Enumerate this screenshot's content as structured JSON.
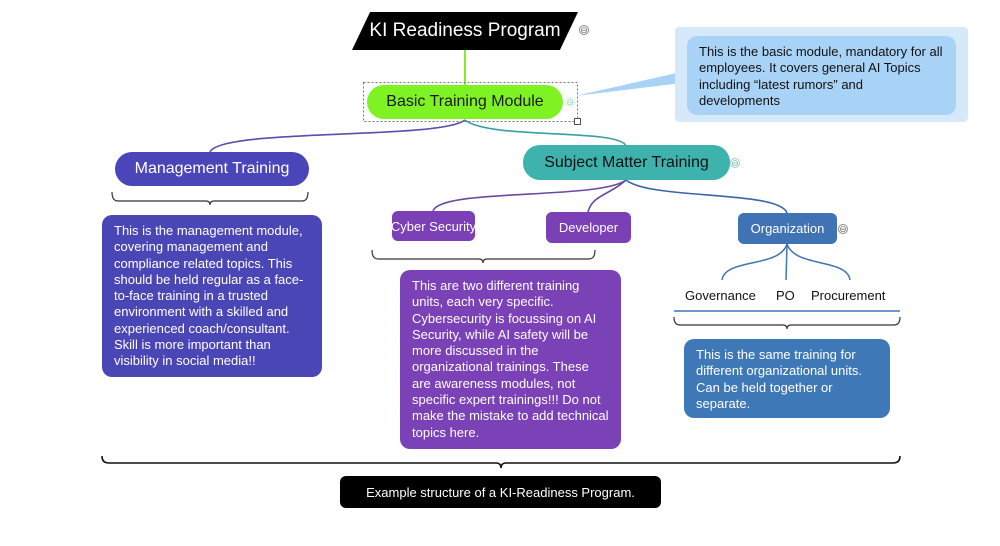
{
  "root": {
    "label": "KI Readiness Program",
    "color": "#000000"
  },
  "basic": {
    "label": "Basic Training Module",
    "color": "#7ff224",
    "note": "This is the basic module, mandatory for all employees. It covers general AI Topics including “latest rumors” and developments",
    "note_color": "#a9d3f6"
  },
  "management": {
    "label": "Management Training",
    "color": "#4a45b8",
    "note": "This is the management module, covering management and compliance related topics. This should be held regular as a face-to-face training in a trusted environment with a skilled and experienced coach/consultant. Skill is more important than visibility in social media!!"
  },
  "subject": {
    "label": "Subject Matter Training",
    "color": "#3eb3ad",
    "children": [
      {
        "label": "Cyber Security"
      },
      {
        "label": "Developer"
      }
    ],
    "note": "This are two different training units, each very specific. Cybersecurity is focussing on AI Security, while AI safety will be more discussed in the organizational trainings. These are awareness modules, not specific expert trainings!!! Do not make the mistake to add technical topics here.",
    "color_units": "#7b41b7"
  },
  "organization": {
    "label": "Organization",
    "color": "#3f76b4",
    "units": [
      "Governance",
      "PO",
      "Procurement"
    ],
    "note": "This is the same training for different  organizational units. Can be held together or separate."
  },
  "summary": {
    "label": "Example structure of a KI-Readiness Program."
  },
  "icons": {
    "collapse": "⊖"
  }
}
